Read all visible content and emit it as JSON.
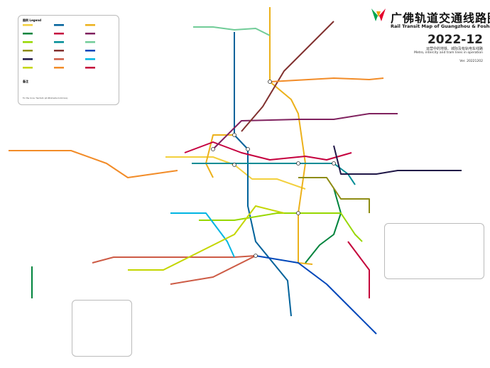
{
  "header": {
    "title_cn": "广佛轨道交通线路图",
    "title_en": "Rail Transit Map of Guangzhou & Foshan",
    "year": "2022-12",
    "subtitle_cn": "运营中的地铁、城际及有轨电车线路",
    "subtitle_en": "Metro, intercity and tram lines in operation",
    "version": "Ver. 20221202"
  },
  "legend": {
    "title": "图例 Legend",
    "note_title": "备注",
    "license": "For the Icons: Tianfu21 (at Wikimedia Commons)"
  },
  "colors": {
    "line1": "#f3d03e",
    "line2": "#00629b",
    "line3": "#ecb11b",
    "line4": "#00843d",
    "line5": "#c5003e",
    "line6": "#80225f",
    "line7": "#97d700",
    "line8": "#008c95",
    "line9": "#71cc98",
    "line13": "#8e8c13",
    "line14": "#81312f",
    "line18": "#0047ba",
    "line21": "#201747",
    "line22": "#cd5b45",
    "apm": "#00b5e2",
    "gf": "#c4d600",
    "fs2": "#e4002b",
    "fs3": "#0082ca",
    "intercity": "#f28c28",
    "tram": "#c4003a",
    "brand_green": "#00a651",
    "brand_red": "#e4002b"
  }
}
